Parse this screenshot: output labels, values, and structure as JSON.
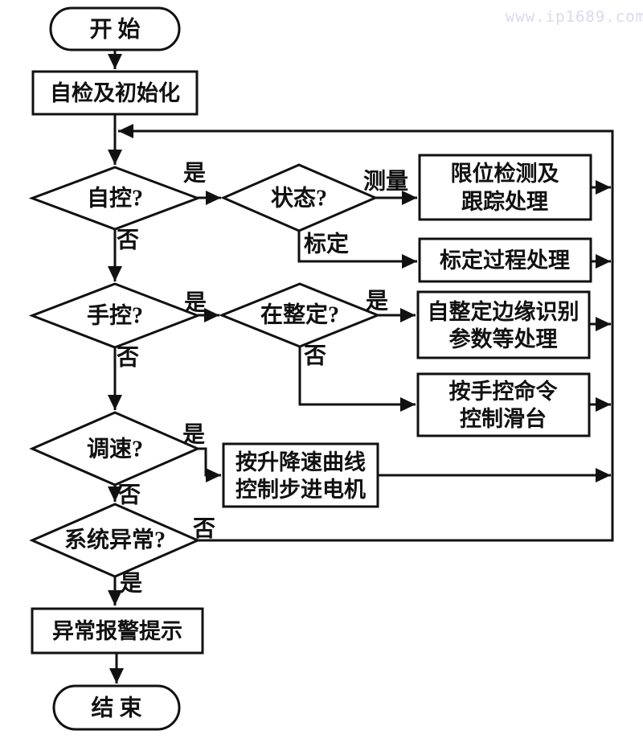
{
  "watermark": "www.ip1689.com",
  "colors": {
    "line": "#111111",
    "background": "#ffffff",
    "watermark": "#d9d9ee"
  },
  "nodes": {
    "start": {
      "label": "开 始"
    },
    "init": {
      "label": "自检及初始化"
    },
    "auto_check": {
      "label": "自控?"
    },
    "status_check": {
      "label": "状态?"
    },
    "limit_detect": {
      "line1": "限位检测及",
      "line2": "跟踪处理"
    },
    "calibration": {
      "label": "标定过程处理"
    },
    "manual_check": {
      "label": "手控?"
    },
    "tuning_check": {
      "label": "在整定?"
    },
    "self_tuning": {
      "line1": "自整定边缘识别",
      "line2": "参数等处理"
    },
    "manual_cmd": {
      "line1": "按手控命令",
      "line2": "控制滑台"
    },
    "speed_check": {
      "label": "调速?"
    },
    "motor_ctrl": {
      "line1": "按升降速曲线",
      "line2": "控制步进电机"
    },
    "abnormal_check": {
      "label": "系统异常?"
    },
    "alarm": {
      "label": "异常报警提示"
    },
    "end": {
      "label": "结 束"
    }
  },
  "edge_labels": {
    "auto_yes": "是",
    "auto_no": "否",
    "status_measure": "测量",
    "status_calibrate": "标定",
    "manual_yes": "是",
    "manual_no": "否",
    "tuning_yes": "是",
    "tuning_no": "否",
    "speed_yes": "是",
    "speed_no": "否",
    "abnormal_no": "否",
    "abnormal_yes": "是"
  }
}
